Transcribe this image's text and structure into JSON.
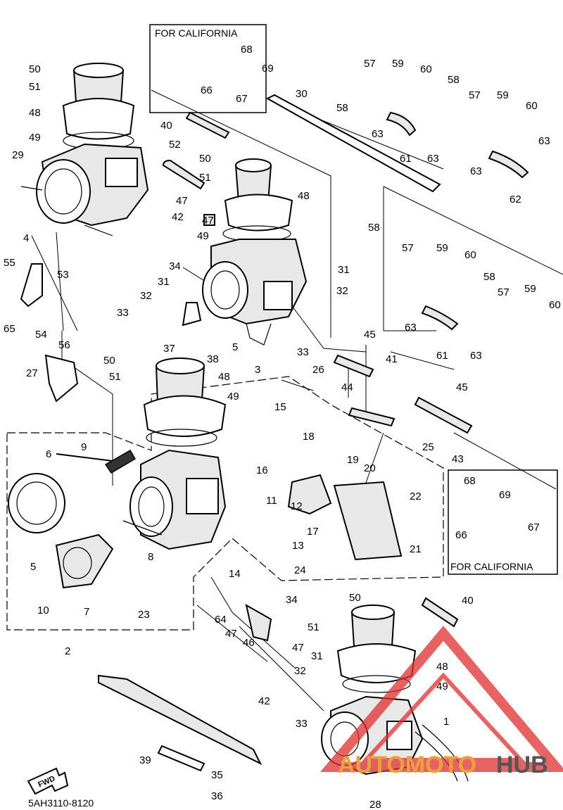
{
  "california_label": "FOR CALIFORNIA",
  "diagram_code": "5AH3110-8120",
  "fwd_label": "FWD",
  "watermark": {
    "text_a": "AUTOMOTO",
    "text_b": "HUB",
    "color_a": "#e8a040",
    "color_b": "#555555",
    "logo_color": "#e03030"
  },
  "callouts": {
    "c1": "50",
    "c2": "51",
    "c3": "48",
    "c4": "49",
    "c5": "29",
    "c6": "4",
    "c7": "40",
    "c8": "52",
    "c9": "50",
    "c10": "51",
    "c11": "47",
    "c12": "47",
    "c13": "42",
    "c14": "48",
    "c15": "49",
    "c16": "55",
    "c17": "53",
    "c18": "65",
    "c19": "54",
    "c20": "56",
    "c21": "34",
    "c22": "31",
    "c23": "32",
    "c24": "33",
    "c25": "68",
    "c26": "69",
    "c27": "66",
    "c28": "67",
    "c29": "30",
    "c30": "58",
    "c31": "57",
    "c32": "59",
    "c33": "60",
    "c34": "58",
    "c35": "57",
    "c36": "59",
    "c37": "60",
    "c38": "63",
    "c39": "61",
    "c40": "63",
    "c41": "63",
    "c42": "62",
    "c43": "63",
    "c44": "31",
    "c45": "32",
    "c46": "33",
    "c47": "5",
    "c48": "3",
    "c49": "37",
    "c50": "38",
    "c51": "58",
    "c52": "57",
    "c53": "59",
    "c54": "60",
    "c55": "58",
    "c56": "57",
    "c57": "59",
    "c58": "60",
    "c59": "63",
    "c60": "61",
    "c61": "63",
    "c62": "45",
    "c63": "44",
    "c64": "41",
    "c65": "45",
    "c66": "43",
    "c67": "25",
    "c68": "26",
    "c69": "27",
    "c70": "50",
    "c71": "51",
    "c72": "48",
    "c73": "49",
    "c74": "15",
    "c75": "18",
    "c76": "16",
    "c77": "19",
    "c78": "20",
    "c79": "9",
    "c80": "6",
    "c81": "11",
    "c82": "12",
    "c83": "17",
    "c84": "22",
    "c85": "13",
    "c86": "21",
    "c87": "68",
    "c88": "69",
    "c89": "66",
    "c90": "67",
    "c91": "8",
    "c92": "14",
    "c93": "24",
    "c94": "5",
    "c95": "10",
    "c96": "7",
    "c97": "23",
    "c98": "2",
    "c99": "34",
    "c100": "64",
    "c101": "47",
    "c102": "46",
    "c103": "50",
    "c104": "40",
    "c105": "51",
    "c106": "47",
    "c107": "31",
    "c108": "32",
    "c109": "48",
    "c110": "49",
    "c111": "42",
    "c112": "33",
    "c113": "1",
    "c114": "39",
    "c115": "35",
    "c116": "36",
    "c117": "28"
  }
}
